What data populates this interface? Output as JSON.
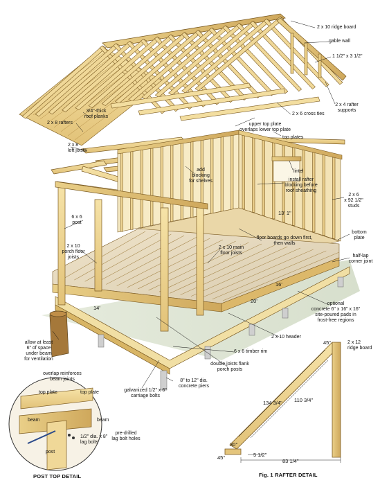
{
  "labels": {
    "ridge_board": "2 x 10 ridge board",
    "gable_wall": "gable wall",
    "size_1_1_2_x_3_1_2": "1 1/2\" x 3 1/2\"",
    "rafter_supports": "2 x 4 rafter\nsupports",
    "cross_ties": "2 x 6 cross ties",
    "roof_planks": "3/4\"-thick\nroof planks",
    "rafters": "2 x 8 rafters",
    "upper_top_plate": "upper top plate\noverlaps lower top plate",
    "top_plates": "top plates",
    "loft_joists": "2 x 8\nloft joists",
    "add_blocking": "add\nblocking\nfor shelves",
    "lintel": "lintel",
    "install_rafter_blocking": "install rafter\nblocking before\nroof sheathing",
    "studs": "2 x 6\nx 92 1/2\"\nstuds",
    "dim_13_1": "13' 1\"",
    "post_6x6": "6 x 6\npost",
    "floor_boards": "floor boards go down first,\nthen walls",
    "bottom_plate": "bottom\nplate",
    "porch_floor_joists": "2 x 10\nporch floor\njoists",
    "main_floor_joists": "2 x 10 main\nfloor joists",
    "half_lap": "half-lap\ncorner joint",
    "dim_16": "16'",
    "dim_14": "14'",
    "dim_20": "20'",
    "optional_concrete": "optional\nconcrete 6\" x 16\" x 16\"\nsite-poured pads in\nfrost-free regions",
    "header_2x10": "2 x 10 header",
    "allow_space": "allow at least\n6\" of space\nunder beam\nfor ventilation",
    "timber_rim": "6 x 6 timber rim",
    "double_joists": "double joists flank\nporch posts",
    "carriage_bolts": "galvanized 1/2\" x 6\"\ncarriage bolts",
    "concrete_piers": "8\" to 12\" dia.\nconcrete piers",
    "overlap_reinforces": "overlap reinforces\nbeam joints",
    "top_plate_left": "top plate",
    "top_plate_right": "top plate",
    "beam_left": "beam",
    "beam_right": "beam",
    "lag_bolts": "1/2\" dia. x 8\"\nlag bolts",
    "predrilled": "pre-drilled\nlag bolt holes",
    "post_label": "post",
    "post_top_detail": "POST TOP DETAIL",
    "ridge_board_2x12": "2 x 12\nridge board",
    "angle_45_top": "45°",
    "dim_134_3_4": "134 3/4\"",
    "dim_110_3_4": "110 3/4\"",
    "angle_30": "30°",
    "angle_45_bottom": "45°",
    "dim_5_1_2": "5 1/2\"",
    "dim_83_1_4": "83 1/4\"",
    "rafter_detail": "Fig. 1 RAFTER DETAIL"
  }
}
